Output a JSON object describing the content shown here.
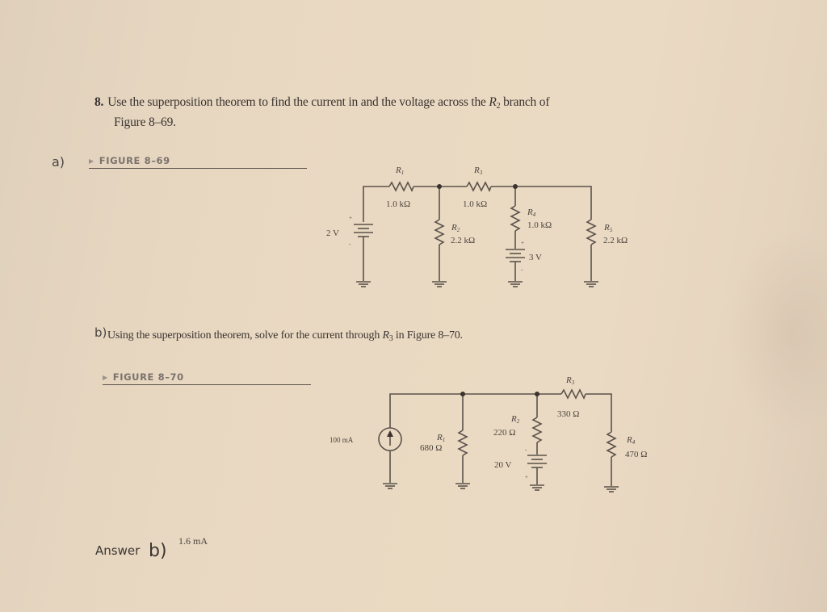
{
  "problem_a": {
    "number": "8.",
    "text_line1": "Use the superposition theorem to find the current in and the voltage across the ",
    "var": "R",
    "var_sub": "2",
    "text_line1_end": " branch of",
    "text_line2": "Figure 8–69.",
    "handwritten_label": "a)"
  },
  "figure_69": {
    "caption": "FIGURE 8–69",
    "components": {
      "R1": {
        "name": "R",
        "sub": "1",
        "value": "1.0 kΩ"
      },
      "R2": {
        "name": "R",
        "sub": "2",
        "value": "2.2 kΩ"
      },
      "R3": {
        "name": "R",
        "sub": "3",
        "value": "1.0 kΩ"
      },
      "R4": {
        "name": "R",
        "sub": "4",
        "value": "1.0 kΩ"
      },
      "R5": {
        "name": "R",
        "sub": "5",
        "value": "2.2 kΩ"
      },
      "V1": {
        "value": "2 V",
        "plus": "+",
        "minus": "-"
      },
      "V2": {
        "value": "3 V",
        "plus": "+",
        "minus": "-"
      }
    }
  },
  "problem_b": {
    "handwritten_label": "b)",
    "text": "Using the superposition theorem, solve for the current through ",
    "var": "R",
    "var_sub": "3",
    "text_end": " in Figure 8–70."
  },
  "figure_70": {
    "caption": "FIGURE 8–70",
    "components": {
      "I1": {
        "value": "100 mA"
      },
      "R1": {
        "name": "R",
        "sub": "1",
        "value": "680 Ω"
      },
      "R2": {
        "name": "R",
        "sub": "2",
        "value": "220 Ω"
      },
      "R3": {
        "name": "R",
        "sub": "3",
        "value": "330 Ω"
      },
      "R4": {
        "name": "R",
        "sub": "4",
        "value": "470 Ω"
      },
      "V1": {
        "value": "20 V",
        "plus": "+",
        "minus": "-"
      }
    }
  },
  "answer": {
    "label": "Answer",
    "handwritten_part": "b)",
    "value": "1.6 mA"
  }
}
